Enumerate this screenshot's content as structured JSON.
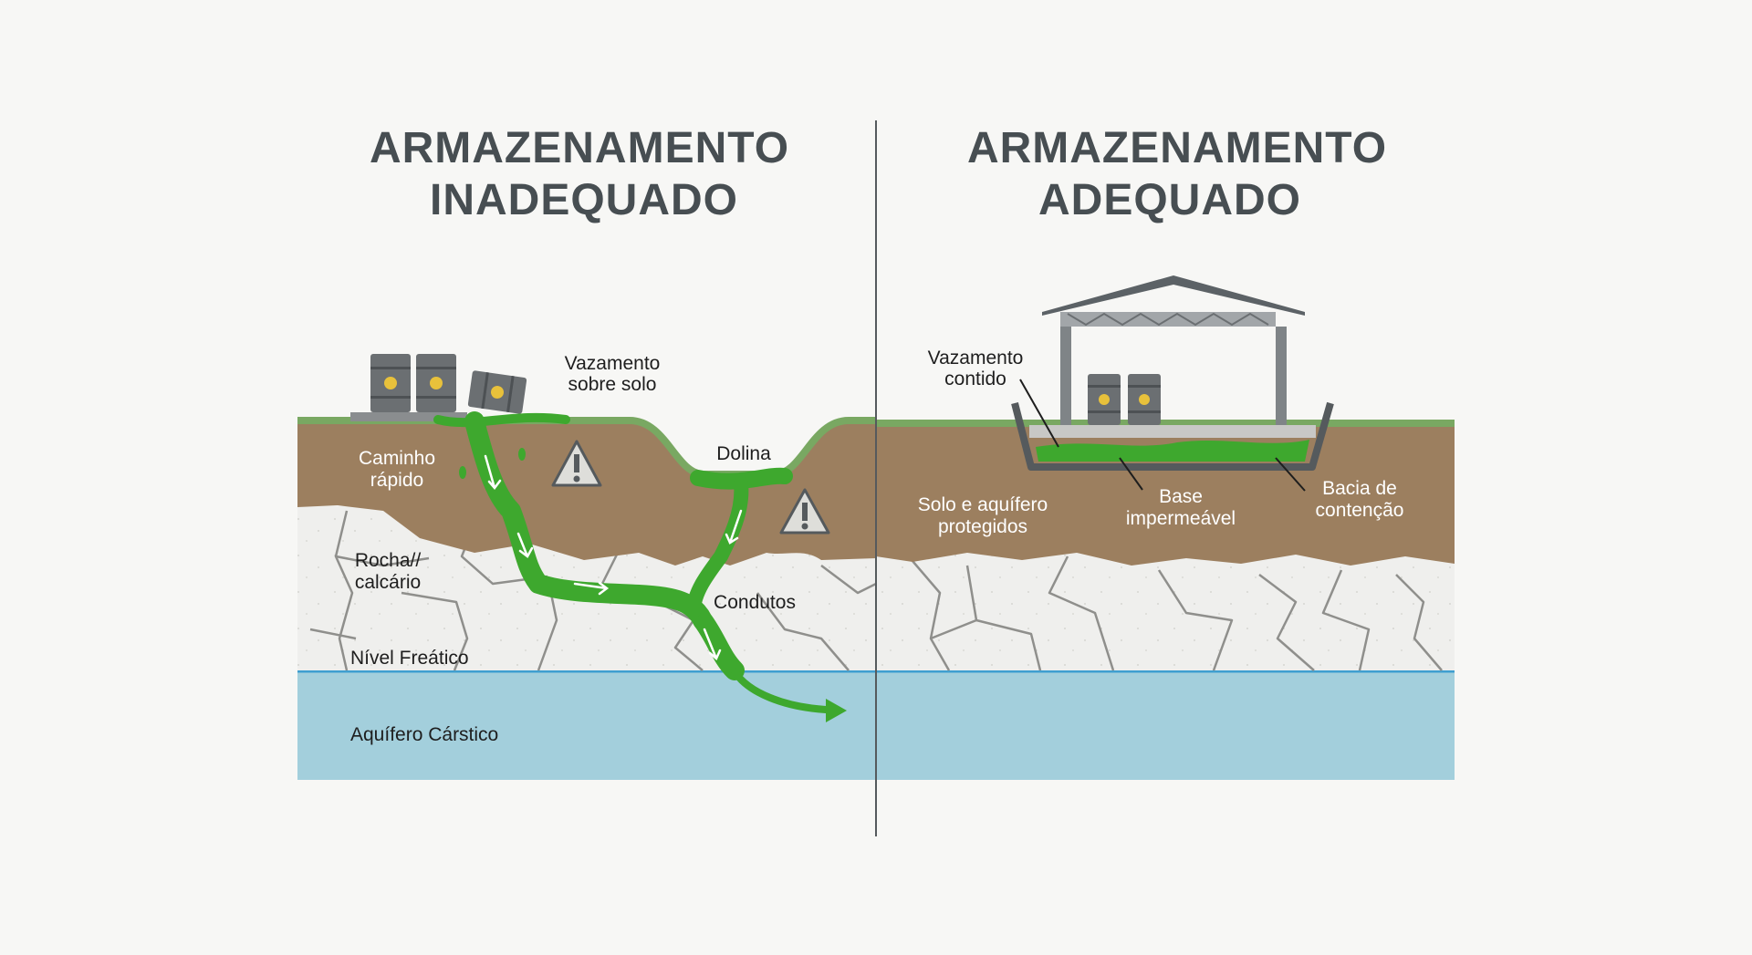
{
  "left_panel": {
    "title_line1": "ARMAZENAMENTO",
    "title_line2": "INADEQUADO",
    "labels": {
      "leak_line1": "Vazamento",
      "leak_line2": "sobre solo",
      "fast_path_line1": "Caminho",
      "fast_path_line2": "rápido",
      "sinkhole": "Dolina",
      "rock_line1": "Rocha//",
      "rock_line2": "calcário",
      "conduits": "Condutos",
      "water_table": "Nível Freático",
      "aquifer": "Aquífero Cárstico"
    }
  },
  "right_panel": {
    "title_line1": "ARMAZENAMENTO",
    "title_line2": "ADEQUADO",
    "labels": {
      "contained_line1": "Vazamento",
      "contained_line2": "contido",
      "protected_line1": "Solo e aquífero",
      "protected_line2": "protegidos",
      "base_line1": "Base",
      "base_line2": "impermeável",
      "basin_line1": "Bacia de",
      "basin_line2": "contenção"
    }
  },
  "colors": {
    "soil": "#9c7f5f",
    "grass": "#79a862",
    "rock": "#efefed",
    "water": "#a3cfdc",
    "contaminant": "#3ea82e",
    "barrel": "#6b6f72",
    "title": "#474e52"
  },
  "icons": [
    "barrel-icon",
    "radioactive-icon",
    "warning-icon",
    "shelter-icon"
  ]
}
